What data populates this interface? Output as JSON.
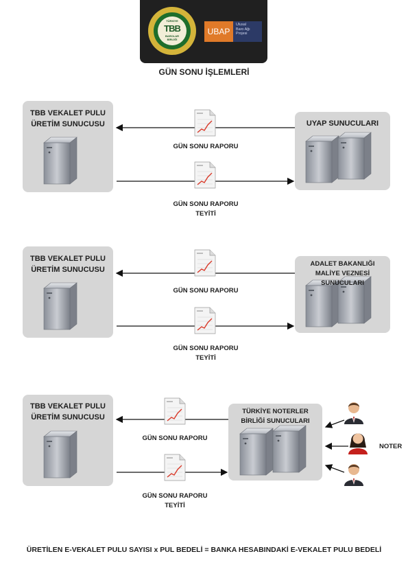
{
  "header": {
    "seal": {
      "top_text": "TÜRKİYE",
      "main_text": "TBB",
      "bottom_text_1": "BAROLAR",
      "bottom_text_2": "BİRLİĞİ",
      "colors": {
        "ring": "#d4b43a",
        "green": "#1e6e2c"
      }
    },
    "uyap_logo": {
      "text": "UBAP",
      "side_text": [
        "Ulusal",
        "Baro Ağı",
        "Projesi"
      ],
      "colors": {
        "orange": "#e07a29",
        "navy": "#2c3a66"
      }
    }
  },
  "title": "GÜN SONU İŞLEMLERİ",
  "sections": [
    {
      "left_panel": {
        "title_1": "TBB VEKALET PULU",
        "title_2": "ÜRETİM SUNUCUSU",
        "icon": "server-icon"
      },
      "right_panel": {
        "title_1": "UYAP SUNUCULARI",
        "title_2": "",
        "icon": "server-pair-icon"
      },
      "top_label": "GÜN SONU RAPORU",
      "bottom_label_1": "GÜN SONU RAPORU",
      "bottom_label_2": "TEYİTİ"
    },
    {
      "left_panel": {
        "title_1": "TBB VEKALET PULU",
        "title_2": "ÜRETİM SUNUCUSU",
        "icon": "server-icon"
      },
      "right_panel": {
        "title_1": "ADALET BAKANLIĞI",
        "title_2": "MALİYE VEZNESİ SUNUCULARI",
        "icon": "server-pair-icon"
      },
      "top_label": "GÜN SONU RAPORU",
      "bottom_label_1": "GÜN SONU RAPORU",
      "bottom_label_2": "TEYİTİ"
    },
    {
      "left_panel": {
        "title_1": "TBB VEKALET PULU",
        "title_2": "ÜRETİM SUNUCUSU",
        "icon": "server-icon"
      },
      "right_panel": {
        "title_1": "TÜRKİYE NOTERLER",
        "title_2": "BİRLİĞİ SUNUCULARI",
        "icon": "server-pair-icon"
      },
      "top_label": "GÜN SONU RAPORU",
      "bottom_label_1": "GÜN SONU RAPORU",
      "bottom_label_2": "TEYİTİ"
    }
  ],
  "noter_label": "NOTER",
  "footer": "ÜRETİLEN E-VEKALET PULU SAYISI x PUL BEDELİ = BANKA HESABINDAKİ E-VEKALET PULU BEDELİ"
}
